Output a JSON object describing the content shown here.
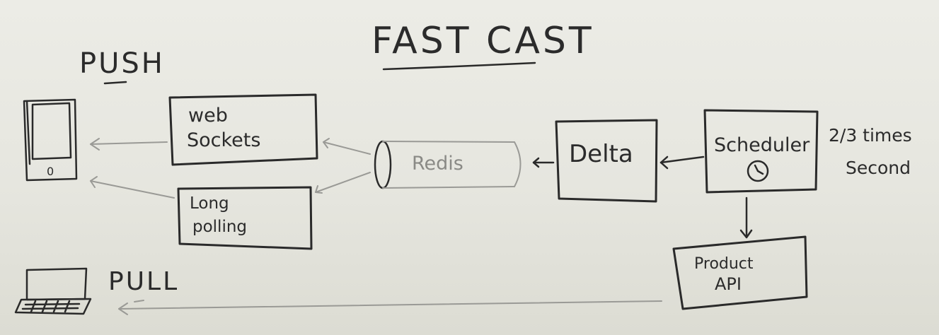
{
  "title": "FAST CAST",
  "sections": {
    "push": "PUSH",
    "pull": "PULL"
  },
  "nodes": {
    "web_sockets": {
      "line1": "web",
      "line2": "Sockets"
    },
    "long_polling": {
      "line1": "Long",
      "line2": "polling"
    },
    "redis": "Redis",
    "delta": "Delta",
    "scheduler": "Scheduler",
    "product_api": {
      "line1": "Product",
      "line2": "API"
    }
  },
  "annotations": {
    "rate_line1": "2/3 times",
    "rate_line2": "Second"
  },
  "devices": {
    "phone_button": "0"
  },
  "icons": [
    "phone-icon",
    "laptop-icon",
    "clock-icon"
  ],
  "colors": {
    "board": "#e9e9e3",
    "ink": "#2b2b2b",
    "faint_ink": "#9a9a96"
  }
}
